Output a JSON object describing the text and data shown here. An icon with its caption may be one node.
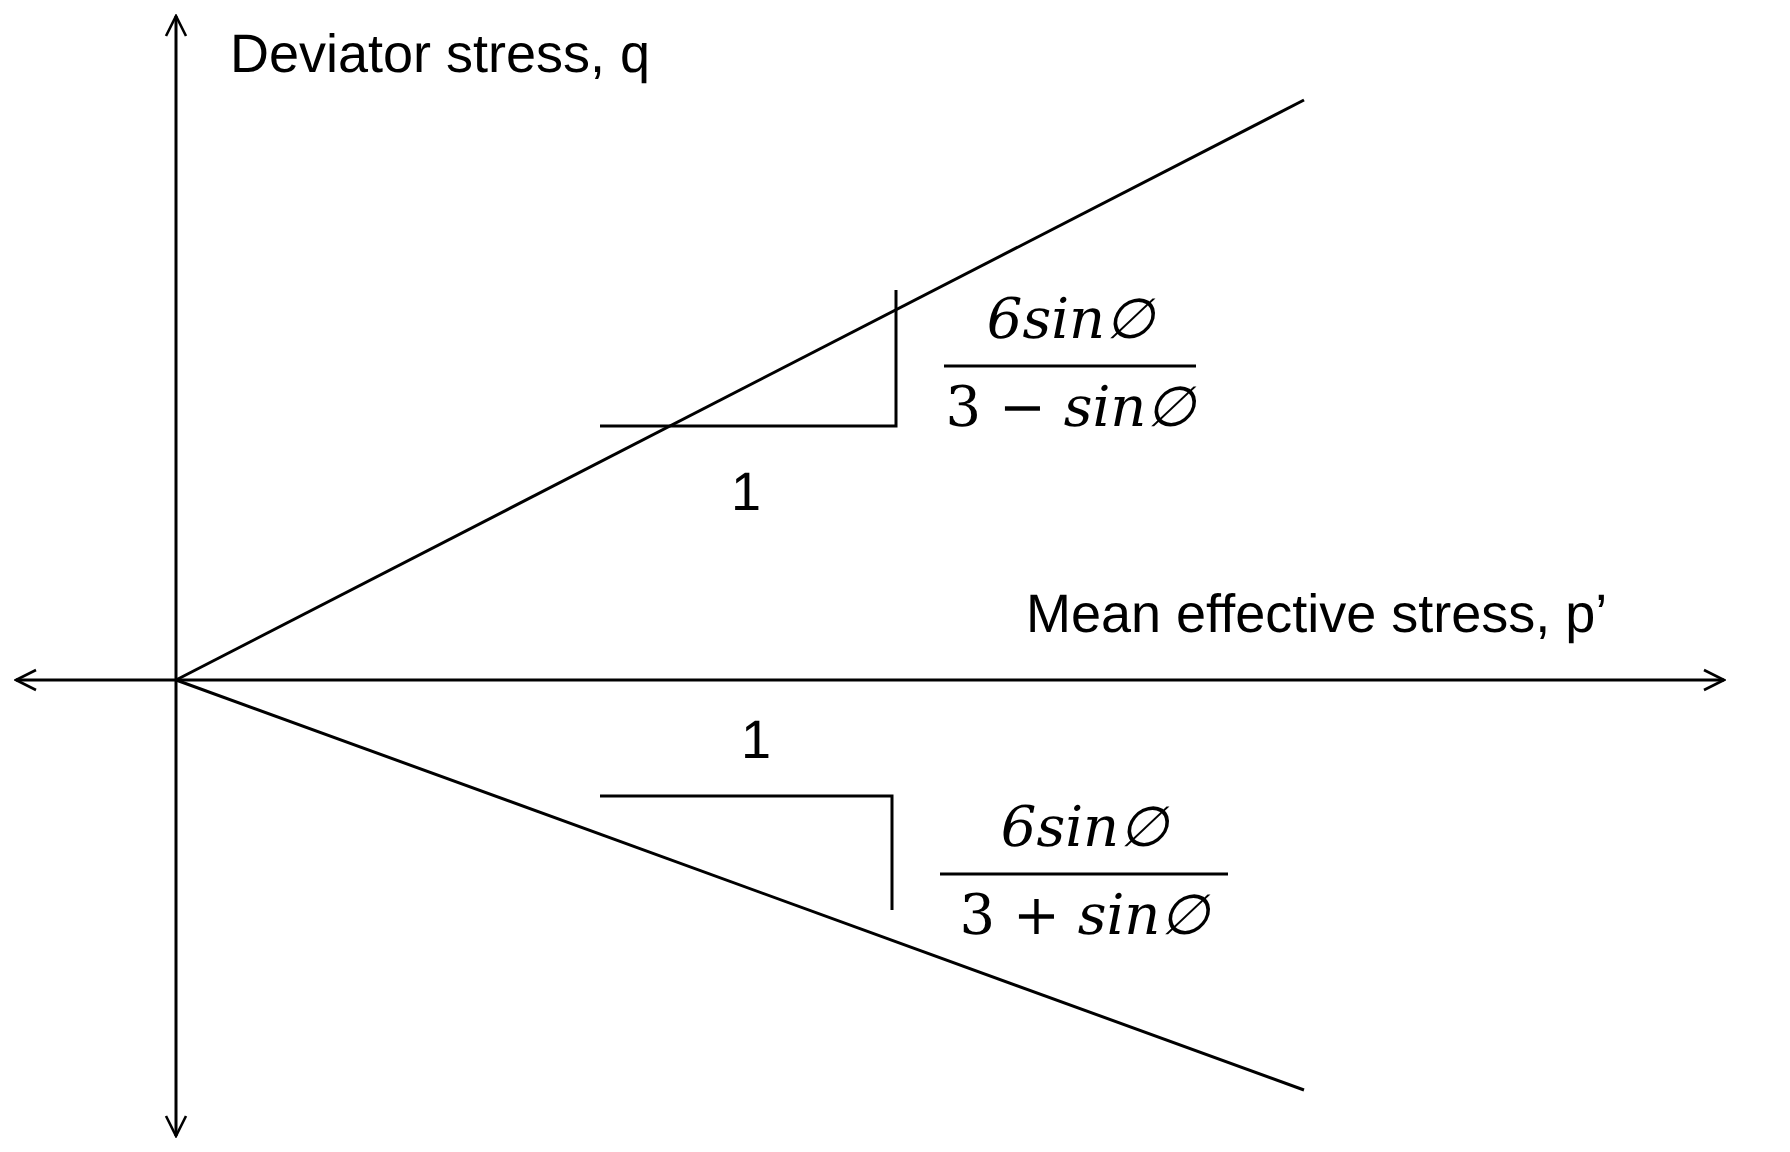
{
  "diagram": {
    "labels": [
      "Deviator stress, q",
      "*6sin∅*",
      "3 − *sin∅*",
      "1",
      "Mean effective stress, p’",
      "1",
      "*6sin∅*",
      "3 + *sin∅*"
    ]
  }
}
